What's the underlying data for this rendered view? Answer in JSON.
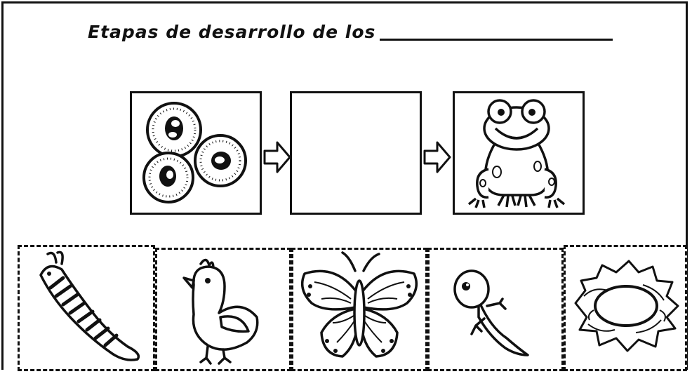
{
  "worksheet": {
    "title": "Etapas de desarrollo de los",
    "sequence": [
      {
        "icon": "frog-eggs-icon",
        "label": "Huevos"
      },
      {
        "icon": "empty-box",
        "label": ""
      },
      {
        "icon": "frog-icon",
        "label": "Rana"
      }
    ],
    "options": [
      {
        "icon": "caterpillar-icon"
      },
      {
        "icon": "chick-icon"
      },
      {
        "icon": "butterfly-icon"
      },
      {
        "icon": "tadpole-icon"
      },
      {
        "icon": "egg-in-nest-icon"
      }
    ]
  }
}
